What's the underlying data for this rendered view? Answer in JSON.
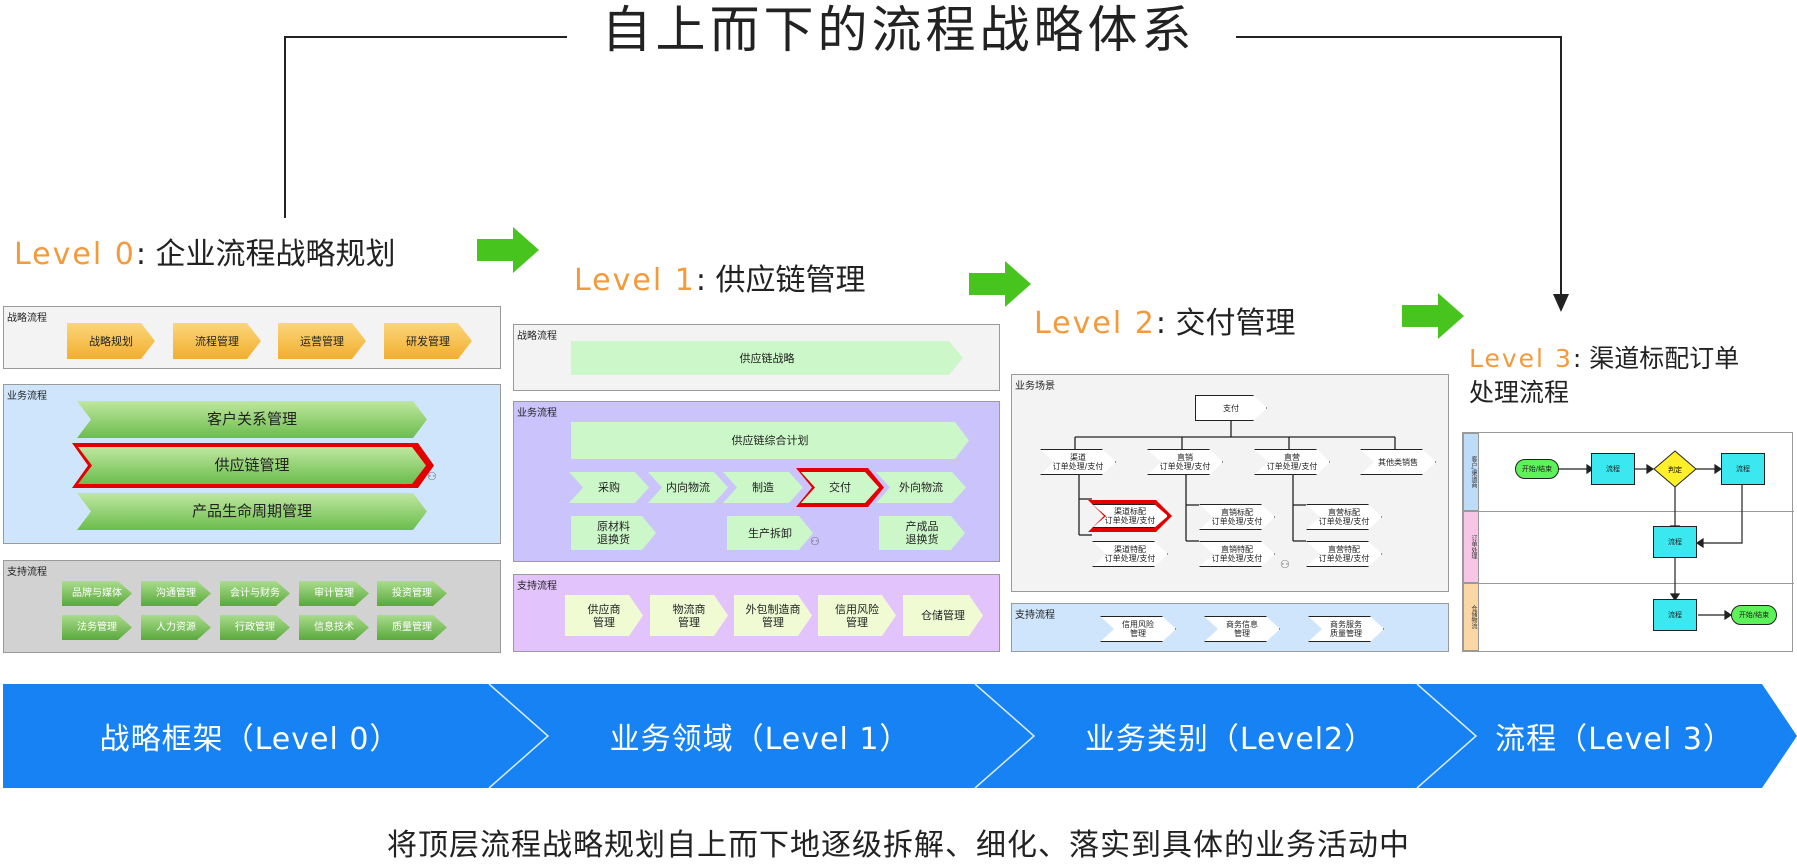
{
  "title": "自上而下的流程战略体系",
  "levels": [
    {
      "level": "Level 0",
      "name": ": 企业流程战略规划"
    },
    {
      "level": "Level 1",
      "name": ": 供应链管理"
    },
    {
      "level": "Level 2",
      "name": ": 交付管理"
    },
    {
      "level": "Level 3",
      "name": ": 渠道标配订单",
      "name2": "处理流程"
    }
  ],
  "level0": {
    "strategy_label": "战略流程",
    "strategy_items": [
      "战略规划",
      "流程管理",
      "运营管理",
      "研发管理"
    ],
    "business_label": "业务流程",
    "business_items": [
      "客户关系管理",
      "供应链管理",
      "产品生命周期管理"
    ],
    "support_label": "支持流程",
    "support_row1": [
      "品牌与媒体",
      "沟通管理",
      "会计与财务",
      "审计管理",
      "投资管理"
    ],
    "support_row2": [
      "法务管理",
      "人力资源",
      "行政管理",
      "信息技术",
      "质量管理"
    ]
  },
  "level1": {
    "strategy_label": "战略流程",
    "strategy_item": "供应链战略",
    "business_label": "业务流程",
    "plan_item": "供应链综合计划",
    "flow_items": [
      "采购",
      "内向物流",
      "制造",
      "交付",
      "外向物流"
    ],
    "return_items": [
      "原材料\n退换货",
      "生产拆卸",
      "产成品\n退换货"
    ],
    "support_label": "支持流程",
    "support_items": [
      "供应商\n管理",
      "物流商\n管理",
      "外包制造商\n管理",
      "信用风险\n管理",
      "仓储管理"
    ]
  },
  "level2": {
    "scene_label": "业务场景",
    "root": "支付",
    "row1": [
      "渠道\n订单处理/支付",
      "直销\n订单处理/支付",
      "直营\n订单处理/支付",
      "其他类销售"
    ],
    "ch_sub": [
      "渠道标配\n订单处理/支付",
      "渠道特配\n订单处理/支付"
    ],
    "ds_sub": [
      "直销标配\n订单处理/支付",
      "直销特配\n订单处理/支付"
    ],
    "dy_sub": [
      "直营标配\n订单处理/支付",
      "直营特配\n订单处理/支付"
    ],
    "support_label": "支持流程",
    "support_items": [
      "信用风险\n管理",
      "商务信息\n管理",
      "商务服务\n质量管理"
    ]
  },
  "level3": {
    "lanes": [
      "客户/渠道商",
      "订单处理",
      "仓储物流"
    ],
    "nodes": {
      "start": "开始/结束",
      "p1": "流程",
      "decision": "判定",
      "p2": "流程",
      "p3": "流程",
      "p4": "流程",
      "end": "开始/结束"
    }
  },
  "banner": [
    "战略框架（Level 0）",
    "业务领域（Level 1）",
    "业务类别（Level2）",
    "流程（Level 3）"
  ],
  "caption": "将顶层流程战略规划自上而下地逐级拆解、细化、落实到具体的业务活动中",
  "colors": {
    "level_accent": "#f39a3c",
    "arrow_green": "#48c41e",
    "banner_blue": "#1682f4",
    "highlight_red": "#e30000"
  }
}
